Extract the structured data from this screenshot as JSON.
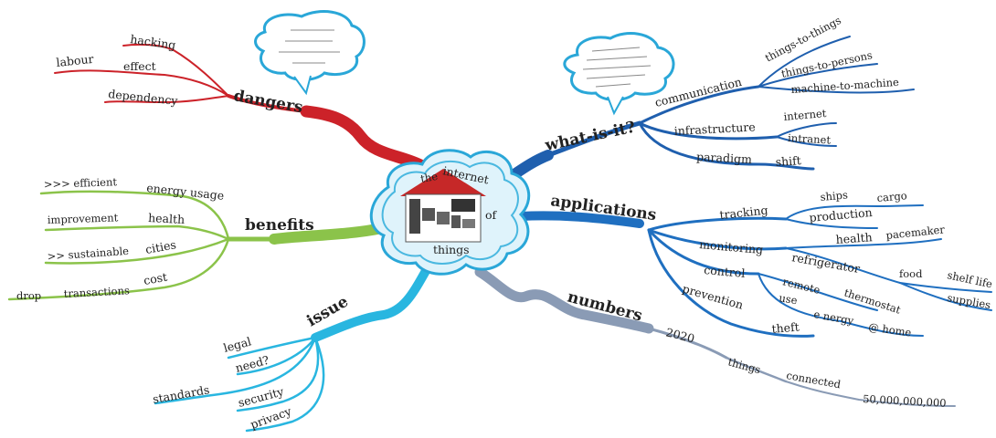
{
  "center": {
    "line1": "the",
    "line2": "internet",
    "line3": "of",
    "line4": "things"
  },
  "colors": {
    "dangers": "#cc2229",
    "what_is_it": "#1f5fae",
    "applications": "#1f6fc0",
    "benefits": "#8bc34a",
    "issue": "#29b6e0",
    "numbers": "#8a9bb5",
    "cloud": "#2aa7d8"
  },
  "dangers": {
    "label": "dangers",
    "items": {
      "hacking": "hacking",
      "effect": "effect",
      "labour": "labour",
      "dependency": "dependency"
    }
  },
  "what_is_it": {
    "label": "what-is-it?",
    "communication": "communication",
    "things_to_things": "things-to-things",
    "things_to_persons": "things-to-persons",
    "machine_to_machine": "machine-to-machine",
    "infrastructure": "infrastructure",
    "internet": "internet",
    "intranet": "intranet",
    "paradigm": "paradigm",
    "shift": "shift"
  },
  "applications": {
    "label": "applications",
    "tracking": "tracking",
    "ships": "ships",
    "cargo": "cargo",
    "production": "production",
    "monitoring": "monitoring",
    "health": "health",
    "pacemaker": "pacemaker",
    "refrigerator": "refrigerator",
    "food": "food",
    "shelf_life": "shelf life",
    "supplies": "supplies",
    "control": "control",
    "remote": "remote",
    "thermostat": "thermostat",
    "use": "use",
    "energy": "e nergy",
    "at_home": "@ home",
    "prevention": "prevention",
    "theft": "theft"
  },
  "benefits": {
    "label": "benefits",
    "efficient": ">>> efficient",
    "energy_usage": "energy usage",
    "improvement": "improvement",
    "health": "health",
    "sustainable": ">> sustainable",
    "cities": "cities",
    "drop": "drop",
    "transactions": "transactions",
    "cost": "cost"
  },
  "issue": {
    "label": "issue",
    "legal": "legal",
    "need": "need?",
    "standards": "standards",
    "security": "security",
    "privacy": "privacy"
  },
  "numbers": {
    "label": "numbers",
    "year": "2020",
    "things": "things",
    "connected": "connected",
    "count": "50,000,000,000"
  }
}
